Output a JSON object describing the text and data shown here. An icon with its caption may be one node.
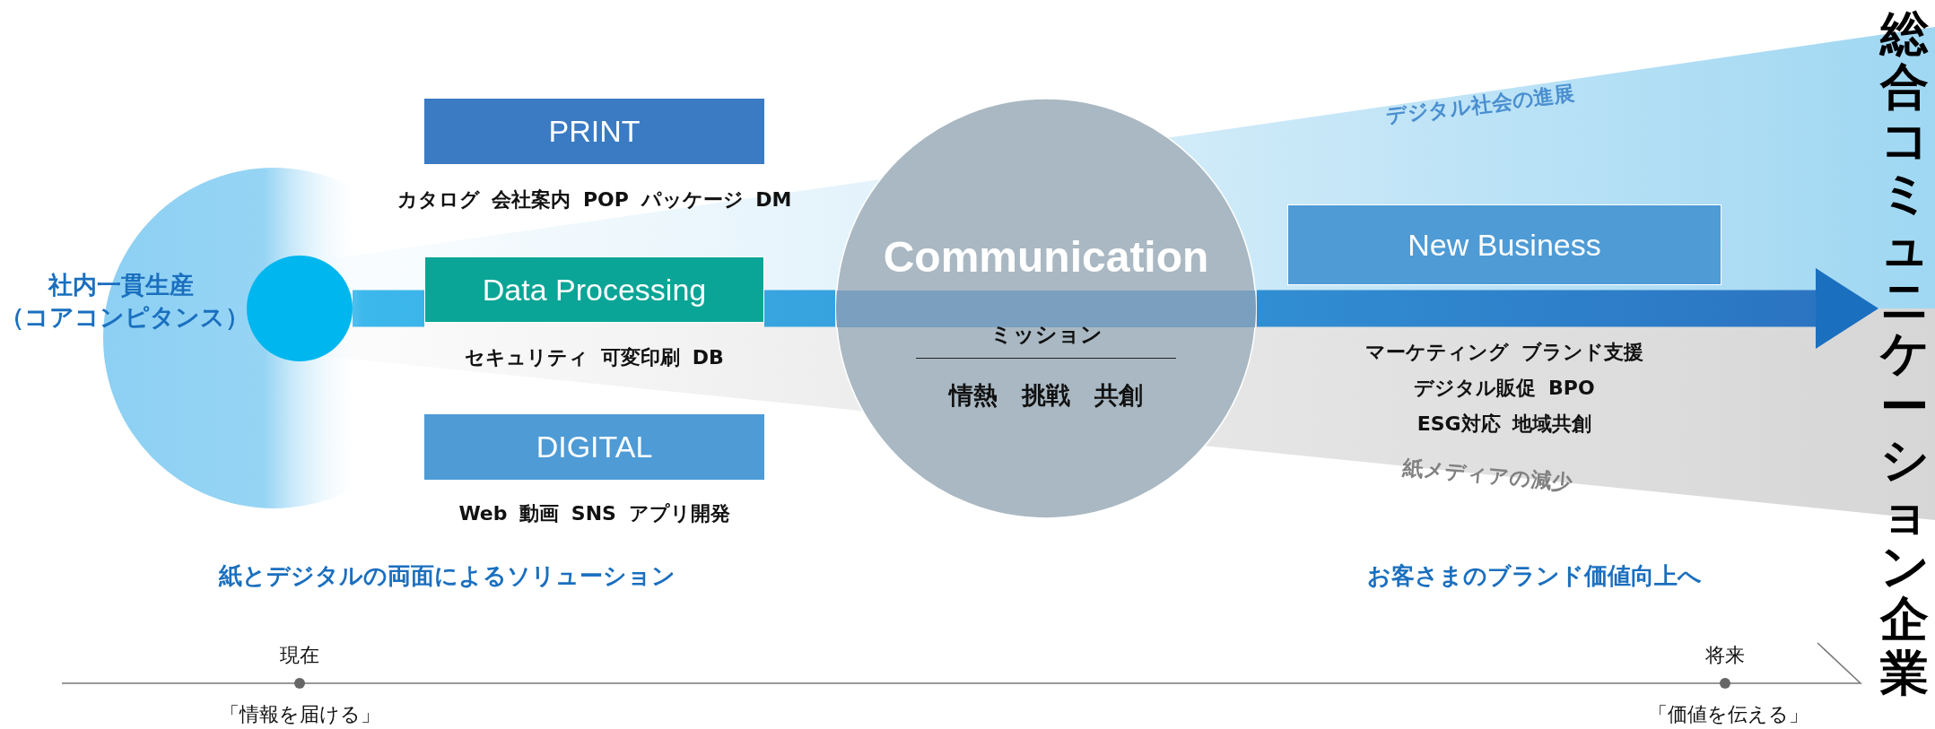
{
  "diagram": {
    "nodes": [
      {
        "text": [
          "社内一貫生産",
          "（コアコンピタンス）"
        ]
      },
      {
        "text": [],
        "shape": "circle",
        "in": 0
      },
      {
        "text": [
          "PRINT"
        ],
        "beside": [
          "カタログ 会社案内 POP パッケージ DM"
        ]
      },
      {
        "text": [
          "Data Processing"
        ],
        "beside": [
          "セキュリティ 可変印刷 DB"
        ]
      },
      {
        "text": [
          "DIGITAL"
        ],
        "beside": [
          "Web 動画 SNS アプリ開発"
        ]
      },
      {
        "text": [
          "Communication",
          "ミッション",
          "情熱　挑戦　共創"
        ]
      },
      {
        "text": [
          "New Business"
        ],
        "beside": [
          "マーケティング ブランド支援",
          "デジタル販促 BPO",
          "ESG対応 地域共創"
        ]
      },
      {
        "text": [
          "総合コミュニケーション企業"
        ]
      }
    ],
    "edges": [
      {
        "from": 1,
        "to": 3,
        "arrow": "none"
      },
      {
        "from": 3,
        "to": 5,
        "arrow": "none"
      },
      {
        "from": 5,
        "to": 7,
        "arrow": "to"
      }
    ],
    "labels": [
      "デジタル社会の進展",
      "紙メディアの減少",
      "紙とデジタルの両面によるソリューション",
      "お客さまのブランド価値向上へ",
      "現在",
      "将来",
      "「情報を届ける」",
      "「価値を伝える」"
    ]
  }
}
